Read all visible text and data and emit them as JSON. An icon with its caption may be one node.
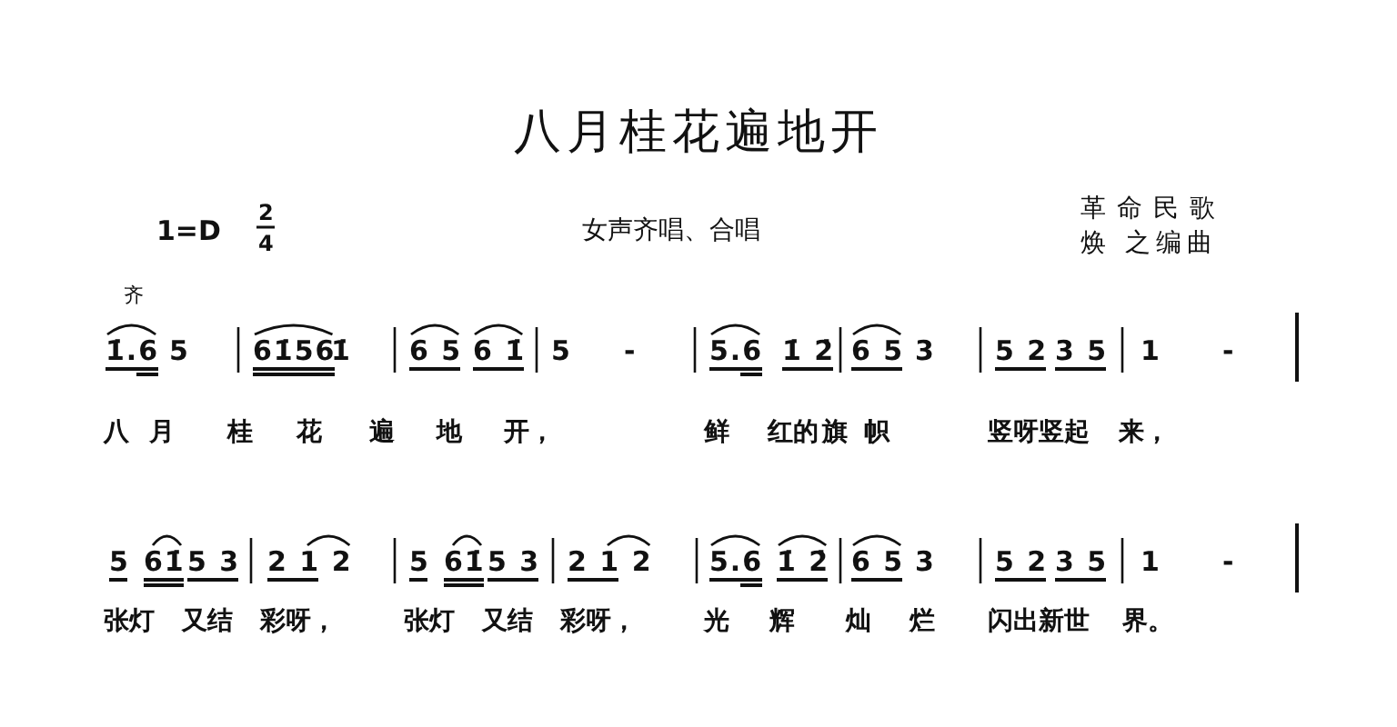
{
  "diagram": {
    "title": "八月桂花遍地开",
    "labels": [
      "1=D",
      "2",
      "4",
      "女声齐唱、合唱",
      "革命民歌",
      "焕 之编曲",
      "齐",
      "1̇.6",
      "5",
      "61̇56",
      "1̇",
      "6 5",
      "6 1̇",
      "5",
      "-",
      "5.6",
      "1̇ 2̇",
      "6 5",
      "3",
      "5 2",
      "3 5",
      "1",
      "-",
      "八",
      "月",
      "桂",
      "花",
      "遍",
      "地",
      "开，",
      "鲜",
      "红的",
      "旗",
      "帜",
      "竖呀竖起",
      "来，",
      "5",
      "61̇",
      "5 3",
      "2 1 2",
      "5",
      "61̇",
      "5 3",
      "2 1 2",
      "5.6",
      "1̇ 2̇",
      "6 5",
      "3",
      "5 2",
      "3 5",
      "1",
      "-",
      "张灯",
      "又结",
      "彩呀，",
      "张灯",
      "又结",
      "彩呀，",
      "光",
      "辉",
      "灿",
      "烂",
      "闪出新世",
      "界。"
    ]
  }
}
